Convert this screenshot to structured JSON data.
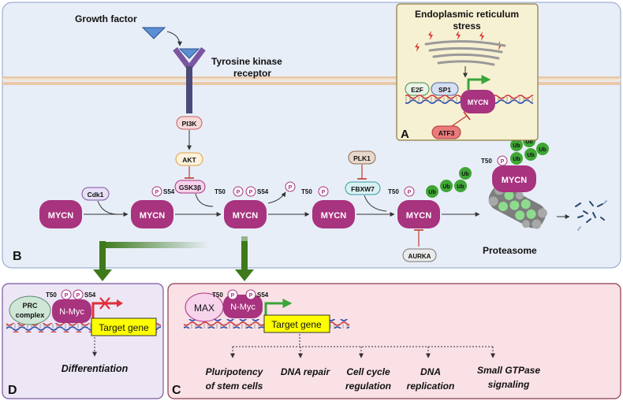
{
  "panel_b": {
    "letter": "B",
    "growth_factor": "Growth factor",
    "receptor_line1": "Tyrosine kinase",
    "receptor_line2": "receptor",
    "pi3k": "PI3K",
    "akt": "AKT",
    "gsk3b": "GSK3β",
    "cdk1": "Cdk1",
    "plk1": "PLK1",
    "fbxw7": "FBXW7",
    "aurka": "AURKA",
    "mycn": "MYCN",
    "t50": "T50",
    "s54": "S54",
    "p": "P",
    "ub": "Ub",
    "proteasome": "Proteasome"
  },
  "panel_a": {
    "letter": "A",
    "title_line1": "Endoplasmic reticulum",
    "title_line2": "stress",
    "e2f": "E2F",
    "sp1": "SP1",
    "mycn": "MYCN",
    "atf3": "ATF3"
  },
  "panel_d": {
    "letter": "D",
    "prc_line1": "PRC",
    "prc_line2": "complex",
    "nmyc": "N-Myc",
    "t50": "T50",
    "s54": "S54",
    "p": "P",
    "target_gene": "Target gene",
    "outcome": "Differentiation"
  },
  "panel_c": {
    "letter": "C",
    "max": "MAX",
    "nmyc": "N-Myc",
    "t50": "T50",
    "s54": "S54",
    "p": "P",
    "target_gene": "Target gene",
    "outcomes": [
      {
        "line1": "Pluripotency",
        "line2": "of stem cells"
      },
      {
        "line1": "DNA repair",
        "line2": ""
      },
      {
        "line1": "Cell cycle",
        "line2": "regulation"
      },
      {
        "line1": "DNA",
        "line2": "replication"
      },
      {
        "line1": "Small GTPase",
        "line2": "signaling"
      }
    ]
  },
  "colors": {
    "mycn": "#a8337f",
    "ub": "#3fa535",
    "panel_b_bg": "#e8eef8",
    "panel_a_bg": "#f7f1d3",
    "panel_d_bg": "#ece6f5",
    "panel_c_bg": "#f9e1e6",
    "arrow_green": "#3e7a1c",
    "target_gene": "#ffff00"
  }
}
